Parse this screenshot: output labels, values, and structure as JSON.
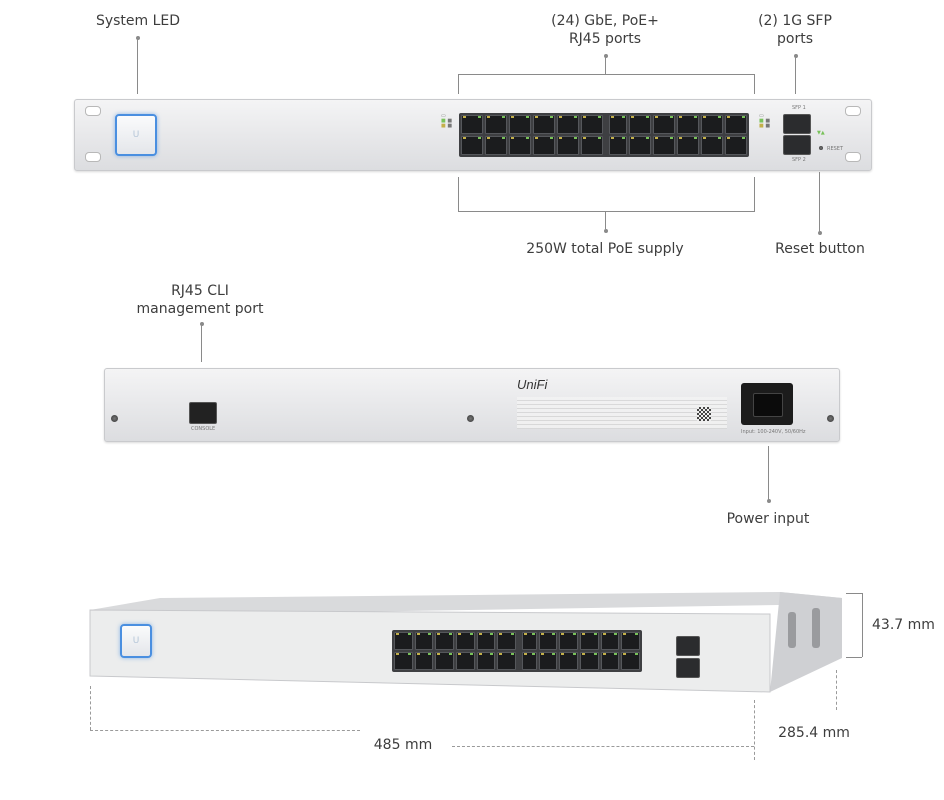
{
  "labels": {
    "system_led": "System LED",
    "poe_ports_line1": "(24) GbE, PoE+",
    "poe_ports_line2": "RJ45 ports",
    "sfp_line1": "(2) 1G SFP",
    "sfp_line2": "ports",
    "poe_supply": "250W total PoE supply",
    "reset": "Reset button",
    "cli_line1": "RJ45 CLI",
    "cli_line2": "management port",
    "power": "Power input",
    "height": "43.7 mm",
    "width": "485 mm",
    "depth": "285.4 mm"
  },
  "front": {
    "sfp1": "SFP 1",
    "sfp2": "SFP 2",
    "reset_tag": "RESET"
  },
  "rear": {
    "brand": "UniFi",
    "console": "CONSOLE",
    "power_rating": "Input: 100-240V, 50/60Hz"
  },
  "colors": {
    "led_ring": "#4a8fe0",
    "chassis": "#e6e7e9",
    "port": "#1b1c1e"
  }
}
